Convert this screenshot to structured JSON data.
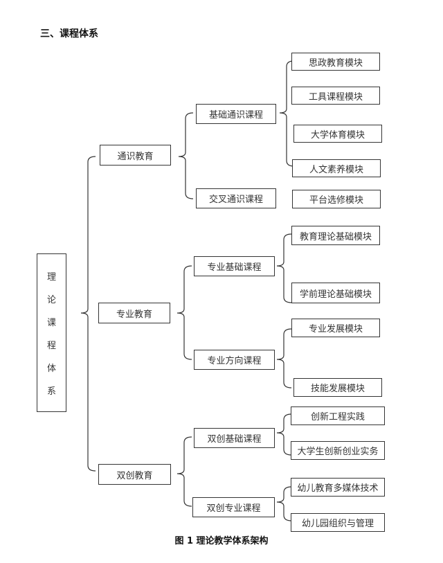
{
  "heading": "三、课程体系",
  "root": {
    "chars": [
      "理",
      "论",
      "课",
      "程",
      "体",
      "系"
    ],
    "label": "理论课程体系"
  },
  "level1": [
    "通识教育",
    "专业教育",
    "双创教育"
  ],
  "level2": [
    "基础通识课程",
    "交叉通识课程",
    "专业基础课程",
    "专业方向课程",
    "双创基础课程",
    "双创专业课程"
  ],
  "level3": [
    "思政教育模块",
    "工具课程模块",
    "大学体育模块",
    "人文素养模块",
    "平台选修模块",
    "教育理论基础模块",
    "学前理论基础模块",
    "专业发展模块",
    "技能发展模块",
    "创新工程实践",
    "大学生创新创业实务",
    "幼儿教育多媒体技术",
    "幼儿园组织与管理"
  ],
  "caption": "图 1  理论教学体系架构"
}
